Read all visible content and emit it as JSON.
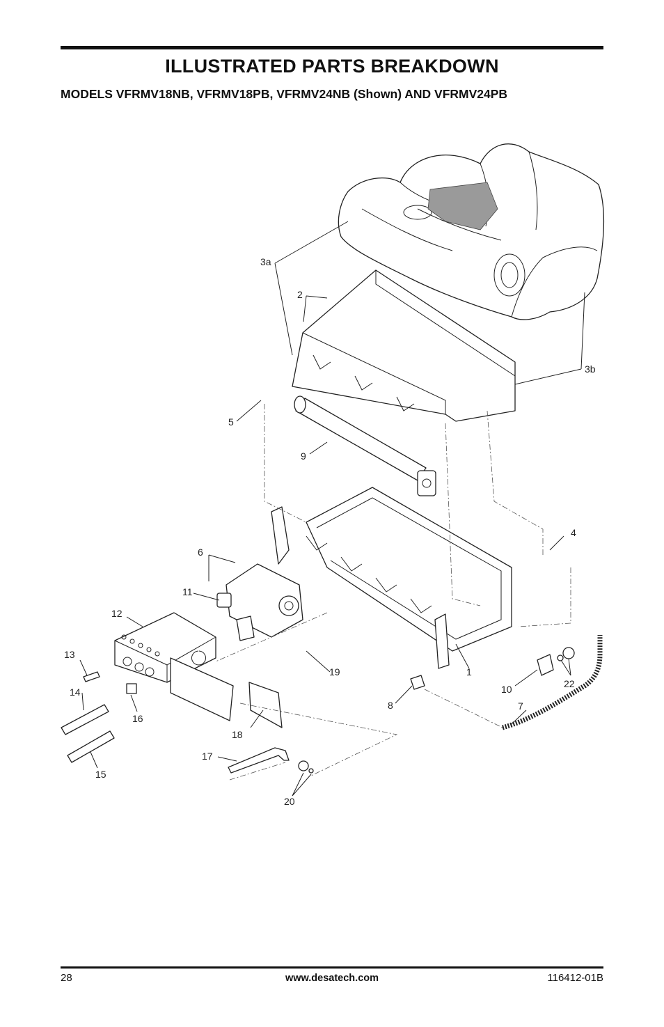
{
  "header": {
    "title": "ILLUSTRATED PARTS BREAKDOWN",
    "subtitle": "MODELS VFRMV18NB, VFRMV18PB, VFRMV24NB (Shown) AND VFRMV24PB"
  },
  "callouts": {
    "c1": "1",
    "c2": "2",
    "c3a": "3a",
    "c3b": "3b",
    "c4": "4",
    "c5": "5",
    "c6": "6",
    "c7": "7",
    "c8": "8",
    "c9": "9",
    "c10": "10",
    "c11": "11",
    "c12": "12",
    "c13": "13",
    "c14": "14",
    "c15": "15",
    "c16": "16",
    "c17": "17",
    "c18": "18",
    "c19": "19",
    "c20": "20",
    "c22": "22"
  },
  "footer": {
    "page_number": "28",
    "website": "www.desatech.com",
    "doc_number": "116412-01B"
  }
}
